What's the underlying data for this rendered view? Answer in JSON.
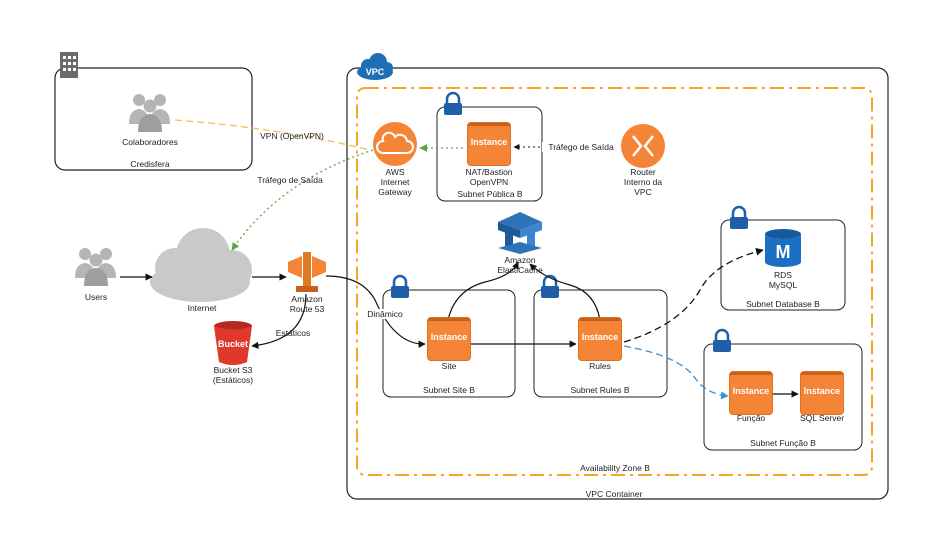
{
  "labels": {
    "colaboradores": "Colaboradores",
    "credisfera": "Credisfera",
    "vpn": "VPN (OpenVPN)",
    "trafego_saida_left": "Tráfego de Saída",
    "users": "Users",
    "internet": "Internet",
    "route53": "Amazon\nRoute 53",
    "estaticos": "Estáticos",
    "bucket_name": "Bucket",
    "bucket_s3": "Bucket S3\n(Estáticos)",
    "vpc_badge": "VPC",
    "igw": "AWS\nInternet\nGateway",
    "nat": "NAT/Bastion\nOpenVPN",
    "subnet_publica": "Subnet Pública B",
    "trafego_saida_right": "Tráfego de Saída",
    "router": "Router\nInterno da\nVPC",
    "elasticache": "Amazon\nElastiCache",
    "rds": "RDS\nMySQL",
    "subnet_database": "Subnet Database B",
    "dinamico": "Dinâmico",
    "site": "Site",
    "subnet_site": "Subnet Site B",
    "rules": "Rules",
    "subnet_rules": "Subnet Rules B",
    "funcao": "Função",
    "sql_server": "SQL Server",
    "subnet_funcao": "Subnet Função B",
    "availability_zone": "Availability Zone B",
    "vpc_container": "VPC Container",
    "instance": "Instance",
    "rds_letter": "M"
  },
  "colors": {
    "instance_orange": "#f58536",
    "az_dash": "#f5a623",
    "vpn_line": "#f2c14e",
    "green_dotted": "#5aa64c",
    "blue_dashed": "#3d8fcf",
    "cloud_gray": "#c9c9c9",
    "bucket_red": "#e0392b",
    "lock_blue": "#1f5fa8",
    "rds_blue": "#1a6fc4"
  }
}
